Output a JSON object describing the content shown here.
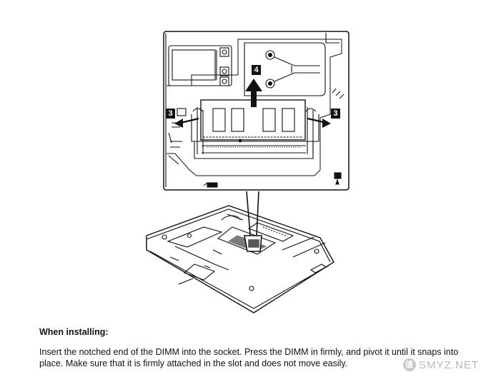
{
  "figure": {
    "callouts": [
      "3",
      "4",
      "3"
    ]
  },
  "section": {
    "heading": "When installing:",
    "body": "Insert the notched end of the DIMM into the socket. Press the DIMM in firmly, and pivot it until it snaps into place. Make sure that it is firmly attached in the slot and does not move easily."
  },
  "watermark": {
    "badge": "值",
    "text": "SMYZ.NET"
  },
  "colors": {
    "line": "#111111",
    "fill": "#ffffff",
    "callout_bg": "#111111",
    "callout_text": "#ffffff",
    "watermark": "#b9b9b9"
  }
}
